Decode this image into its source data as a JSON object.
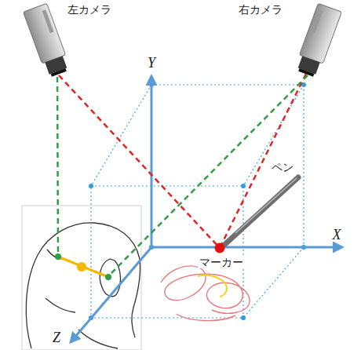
{
  "diagram": {
    "labels": [
      "左カメラ",
      "右カメラ",
      "Y",
      "X",
      "Z",
      "ペン",
      "マーカー"
    ]
  }
}
